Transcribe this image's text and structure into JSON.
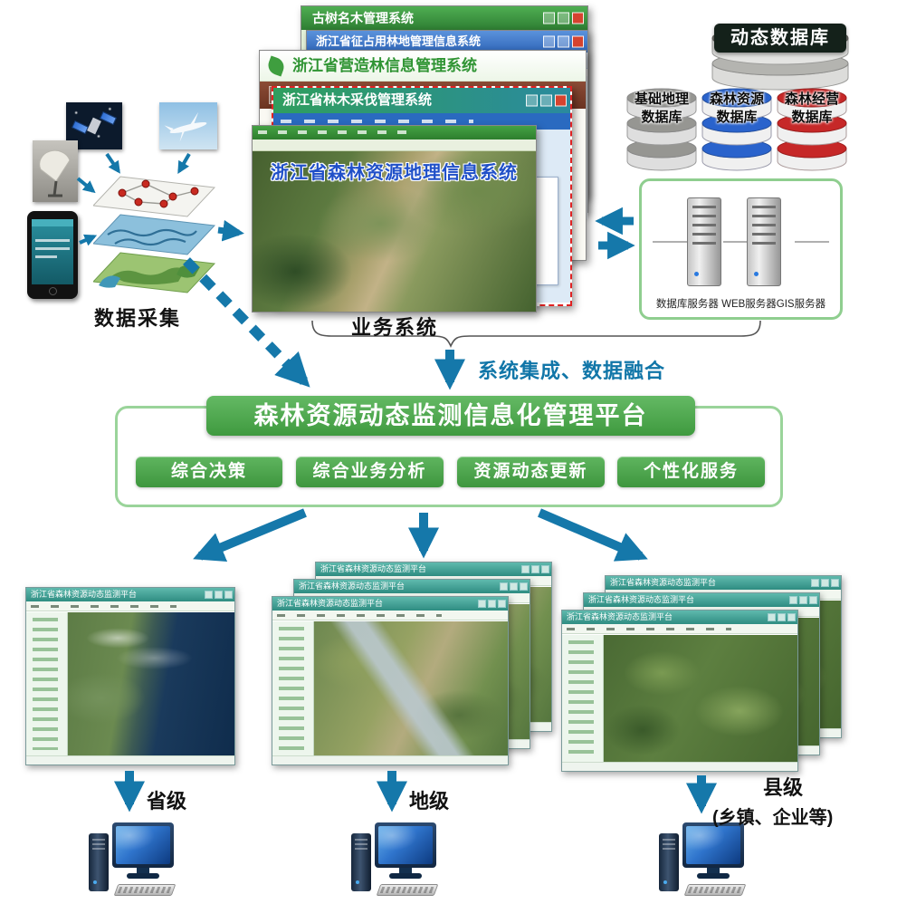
{
  "data_collection": {
    "label": "数据采集",
    "sources": [
      {
        "name": "satellite"
      },
      {
        "name": "aircraft"
      },
      {
        "name": "radar"
      },
      {
        "name": "mobile-device"
      }
    ]
  },
  "business_systems": {
    "label": "业务系统",
    "windows": [
      {
        "title": "古树名木管理系统"
      },
      {
        "title": "浙江省征占用林地管理信息系统"
      },
      {
        "title": "浙江省营造林信息管理系统"
      },
      {
        "title": "浙江省林木采伐管理系统"
      },
      {
        "title": "浙江省森林资源地理信息系统"
      }
    ]
  },
  "integration_label": "系统集成、数据融合",
  "databases": {
    "dynamic_label": "动态数据库",
    "stacks": [
      {
        "line1": "基础地理",
        "line2": "数据库",
        "color": "#969692"
      },
      {
        "line1": "森林资源",
        "line2": "数据库",
        "color": "#2a63cc"
      },
      {
        "line1": "森林经营",
        "line2": "数据库",
        "color": "#c62828"
      }
    ]
  },
  "servers": {
    "label": "数据库服务器 WEB服务器GIS服务器"
  },
  "platform": {
    "title": "森林资源动态监测信息化管理平台",
    "buttons": [
      "综合决策",
      "综合业务分析",
      "资源动态更新",
      "个性化服务"
    ]
  },
  "monitor_window": {
    "title": "浙江省森林资源动态监测平台"
  },
  "levels": [
    {
      "label": "省级"
    },
    {
      "label": "地级"
    },
    {
      "label": "县级",
      "sub": "(乡镇、企业等)"
    }
  ],
  "colors": {
    "arrow_blue": "#1578aa",
    "platform_green": "#4aa24a",
    "border_green": "#96d096",
    "red_dashed_border": "#e02222"
  }
}
